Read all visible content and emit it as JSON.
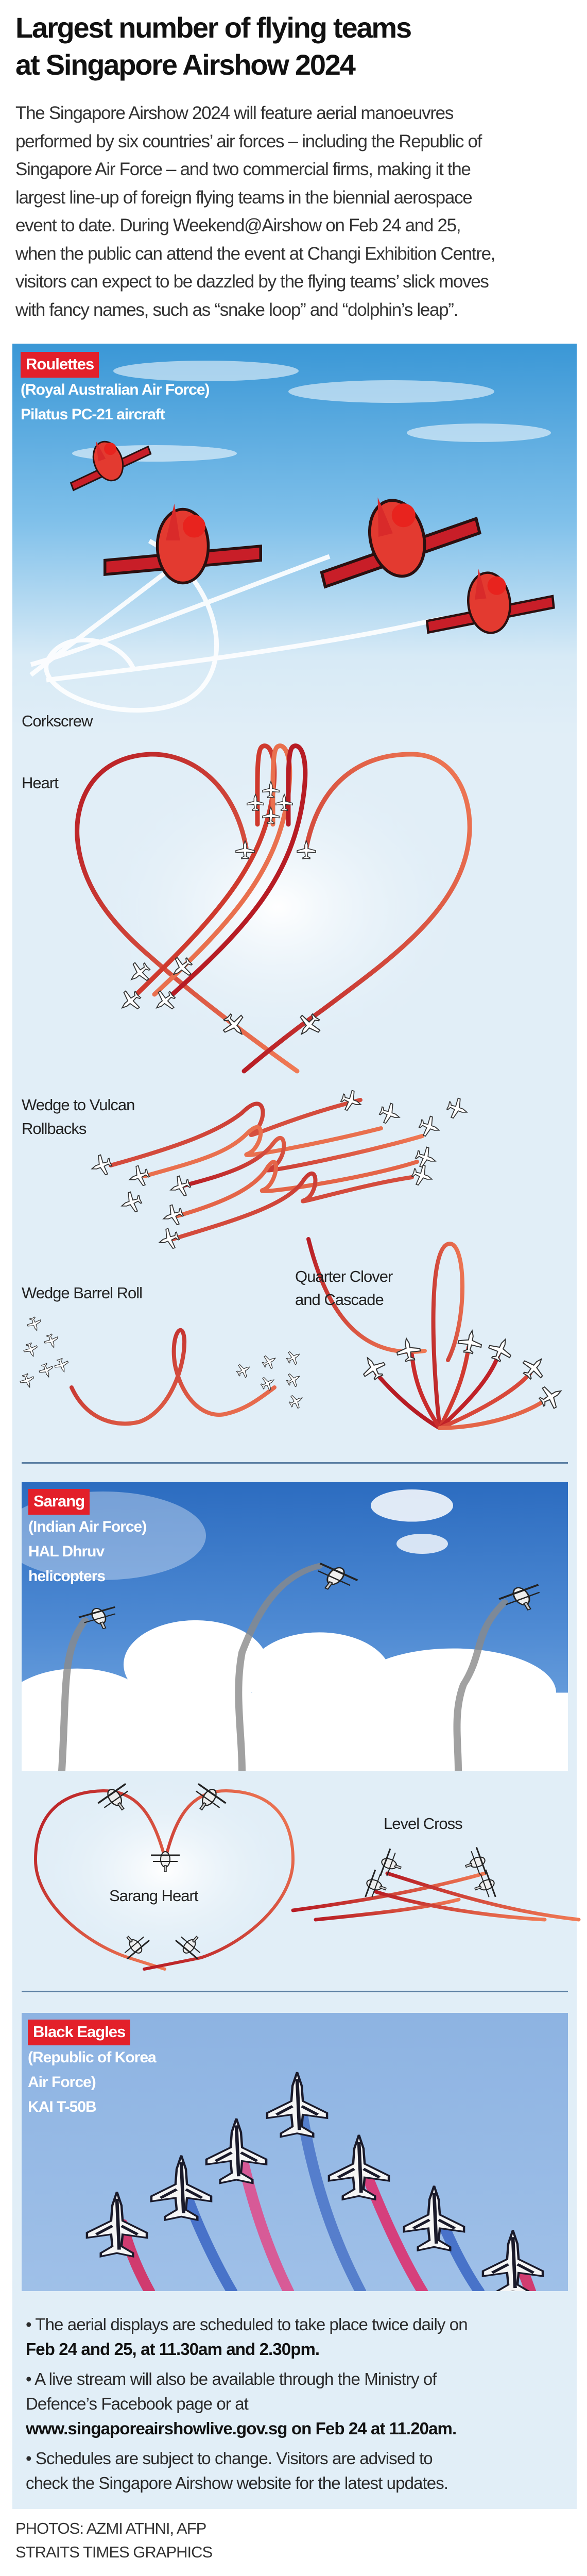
{
  "headline": {
    "lines": [
      "Largest number of flying teams",
      "at Singapore Airshow 2024"
    ]
  },
  "intro": {
    "lines": [
      "The Singapore Airshow 2024 will feature aerial manoeuvres",
      "performed by six countries’ air forces – including the Republic of",
      "Singapore Air Force – and two commercial firms, making it the",
      "largest line-up of foreign flying teams in the biennial aerospace",
      "event to date. During Weekend@Airshow on Feb 24 and 25,",
      "when the public can attend the event at Changi Exhibition Centre,",
      "visitors can expect to be dazzled by the flying teams’ slick moves",
      "with fancy names, such as “snake loop” and “dolphin’s leap”."
    ]
  },
  "teams": [
    {
      "name": "Roulettes",
      "details": [
        "(Royal Australian Air Force)",
        "Pilatus PC-21 aircraft"
      ],
      "manoeuvres": [
        "Corkscrew",
        "Heart",
        "Wedge to Vulcan",
        "Rollbacks",
        "Wedge Barrel Roll",
        "Quarter Clover",
        "and Cascade"
      ]
    },
    {
      "name": "Sarang",
      "details": [
        "(Indian Air Force)",
        "HAL Dhruv",
        "helicopters"
      ],
      "manoeuvres": [
        "Sarang Heart",
        "Level Cross"
      ]
    },
    {
      "name": "Black Eagles",
      "details": [
        "(Republic of Korea",
        "Air Force)",
        "KAI T-50B"
      ]
    }
  ],
  "notes": [
    {
      "lines": [
        {
          "t": "• The aerial displays are scheduled to take place twice daily on",
          "b": false
        },
        {
          "t": "Feb 24 and 25, at 11.30am and 2.30pm.",
          "b": true
        }
      ]
    },
    {
      "lines": [
        {
          "t": "• A live stream will also be available through the Ministry of",
          "b": false
        },
        {
          "t": "Defence’s Facebook page or at",
          "b": false
        },
        {
          "t": "www.singaporeairshowlive.gov.sg on Feb 24 at 11.20am.",
          "b": true
        }
      ]
    },
    {
      "lines": [
        {
          "t": "• Schedules are subject to change. Visitors are advised to",
          "b": false
        },
        {
          "t": "check the Singapore Airshow website for the latest updates.",
          "b": false
        }
      ]
    }
  ],
  "credits": [
    "PHOTOS: AZMI ATHNI, AFP",
    "STRAITS TIMES GRAPHICS"
  ],
  "colors": {
    "badge": "#e3202a",
    "panel": "#e1eef7",
    "trail_dark": "#b71c24",
    "trail_light": "#f07a55",
    "divider": "#5b7fa3"
  }
}
